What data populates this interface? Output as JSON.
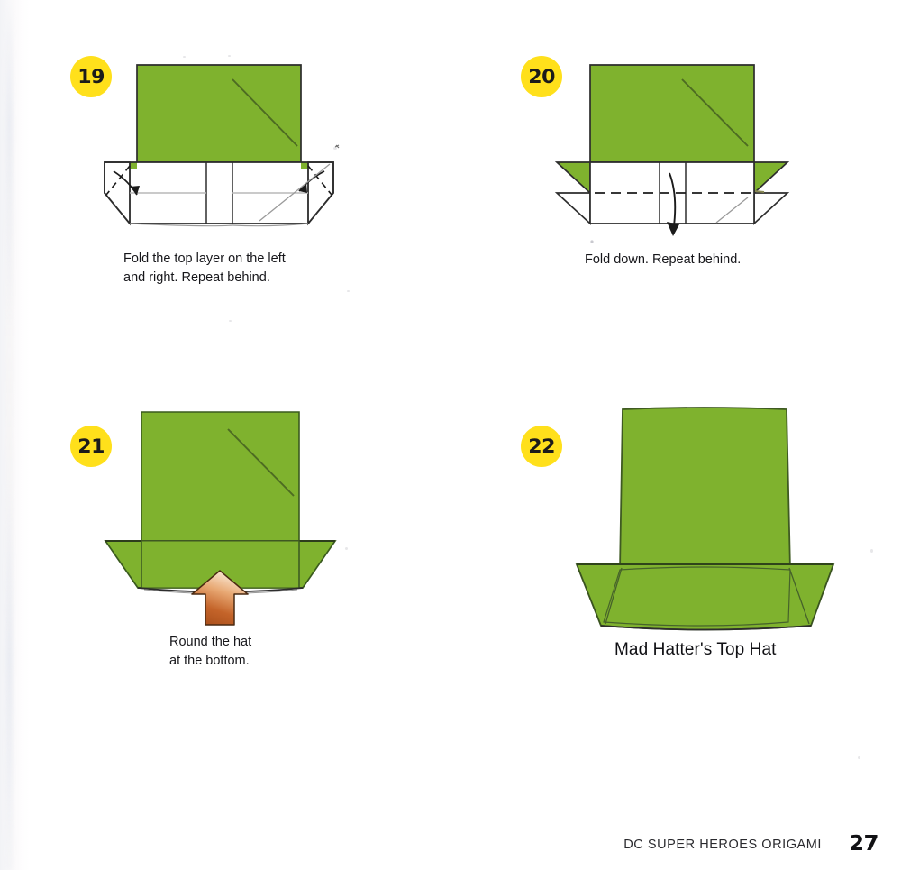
{
  "document": {
    "title": "DC Super Heroes Origami",
    "page_number": "27",
    "model_name": "Mad Hatter's Top Hat"
  },
  "colors": {
    "paper_green": "#7fb22e",
    "paper_green_dark": "#6d9b27",
    "badge_yellow": "#ffe01b",
    "ink_black": "#1b1b1b",
    "line_gray": "#3a3a3a",
    "push_arrow_orange": "#c4642a",
    "push_arrow_light": "#f2cfae",
    "page_white": "#ffffff"
  },
  "steps": [
    {
      "number": "19",
      "caption": "Fold the top layer on the left\nand right. Repeat behind.",
      "diagram": "hat-with-open-brim-side-folds"
    },
    {
      "number": "20",
      "caption": "Fold down. Repeat behind.",
      "diagram": "hat-with-brim-valley-fold-down"
    },
    {
      "number": "21",
      "caption": "Round the hat\nat the bottom.",
      "diagram": "hat-with-push-arrow"
    },
    {
      "number": "22",
      "caption": "",
      "diagram": "finished-top-hat"
    }
  ],
  "footer": {
    "title": "DC SUPER HEROES ORIGAMI",
    "page_number": "27"
  }
}
